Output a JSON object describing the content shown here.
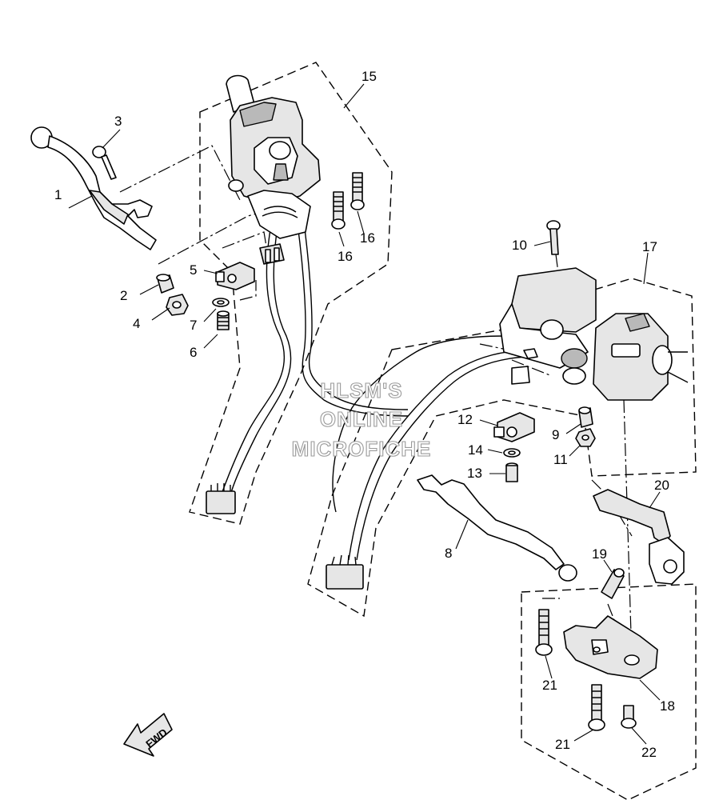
{
  "callouts": [
    "1",
    "2",
    "3",
    "4",
    "5",
    "6",
    "7",
    "8",
    "9",
    "10",
    "11",
    "12",
    "13",
    "14",
    "15",
    "16",
    "16",
    "17",
    "18",
    "19",
    "20",
    "21",
    "21",
    "22"
  ],
  "watermark": {
    "line1": "HLSM'S",
    "line2": "ONLINE",
    "line3": "MICROFICHE"
  },
  "direction_arrow": {
    "label": "FWD"
  }
}
